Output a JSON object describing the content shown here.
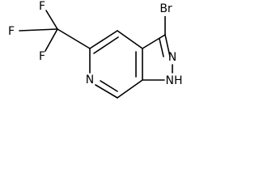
{
  "molecule": {
    "atoms": {
      "br": "Br",
      "f_top": "F",
      "f_left": "F",
      "f_bottom": "F",
      "n_pyrazole": "N",
      "nh_pyrazole": "NH",
      "n_pyridine": "N"
    }
  }
}
